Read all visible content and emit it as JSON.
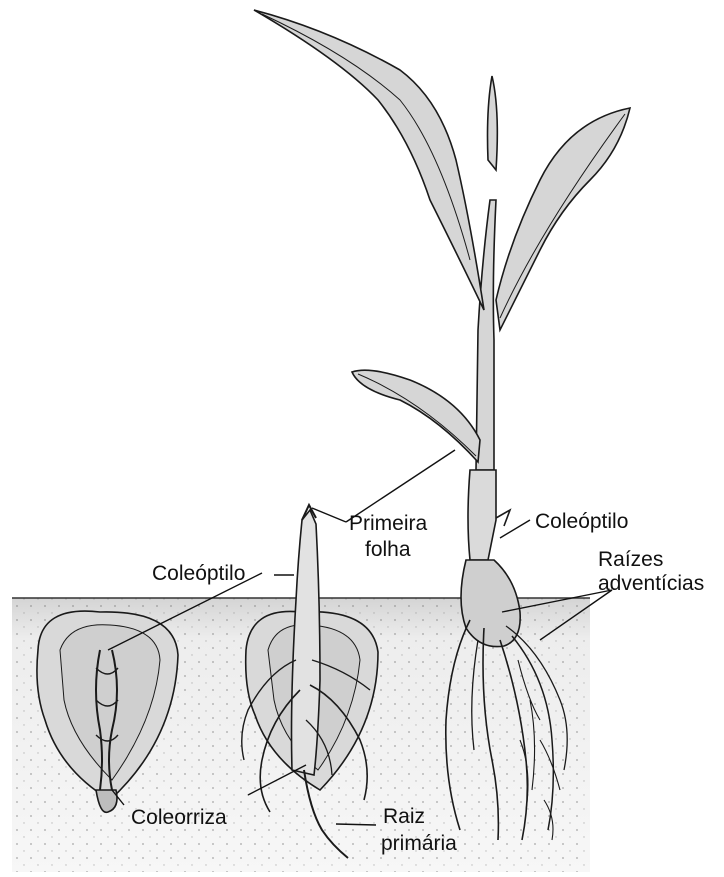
{
  "labels": {
    "coleoptilo_seed": "Coleóptilo",
    "coleorriza": "Coleorriza",
    "primeira_folha_1": "Primeira",
    "primeira_folha_2": "folha",
    "raiz_primaria_1": "Raiz",
    "raiz_primaria_2": "primária",
    "coleoptilo_plant": "Coleóptilo",
    "raizes_adventicias_1": "Raízes",
    "raizes_adventicias_2": "adventícias"
  },
  "colors": {
    "soil": "#e6e6e6",
    "leaf": "#d6d6d6",
    "seed": "#d9d9d9",
    "outline": "#1a1a1a"
  }
}
